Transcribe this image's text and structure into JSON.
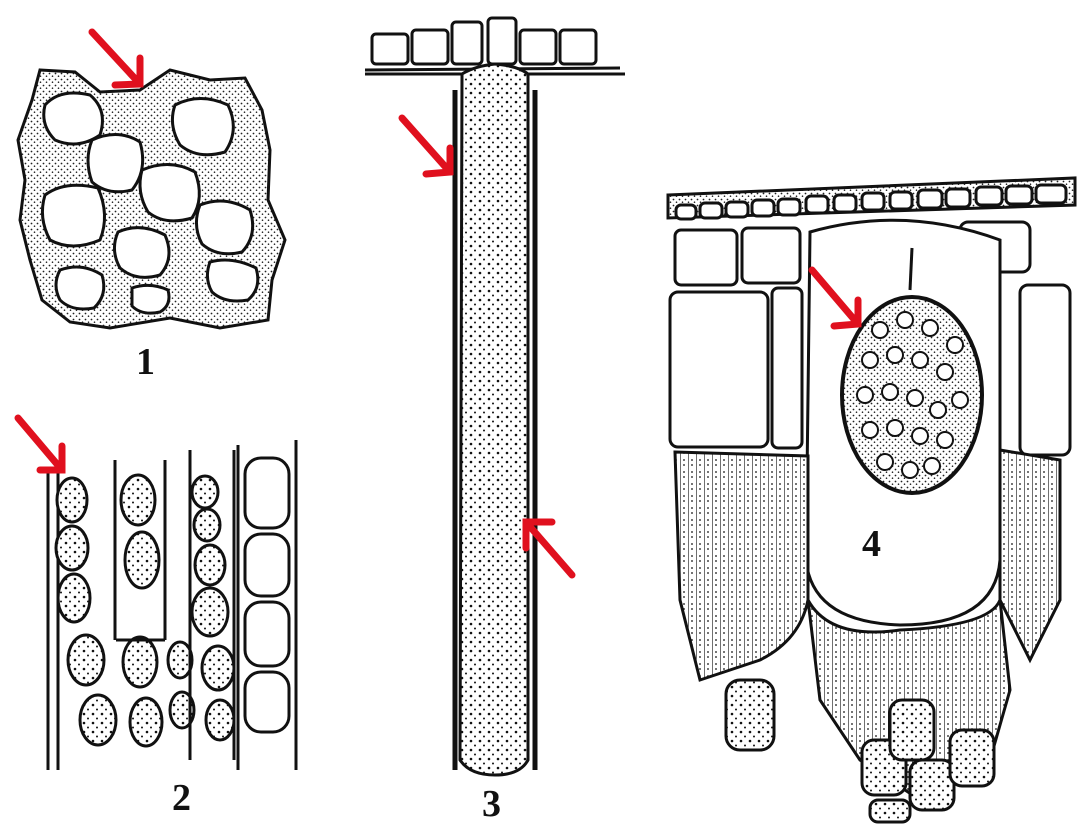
{
  "figure": {
    "panel_labels": [
      "1",
      "2",
      "3",
      "4"
    ],
    "arrow_color": "#e0101e",
    "ink_color": "#111111",
    "background": "#ffffff"
  }
}
